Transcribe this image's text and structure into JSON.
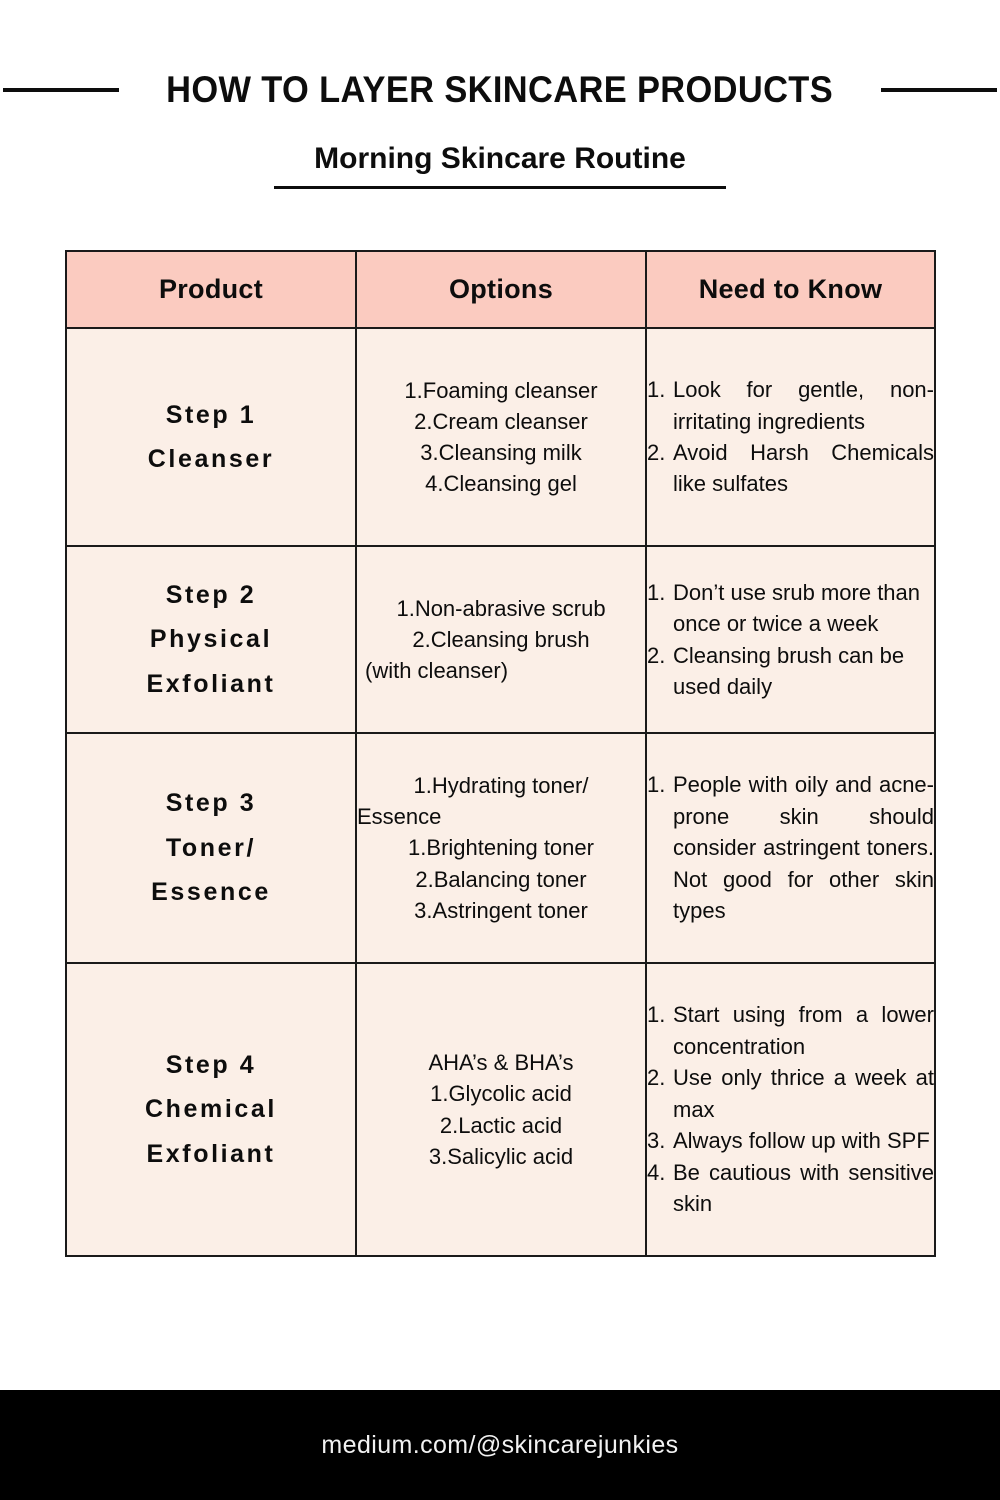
{
  "header": {
    "main_title": "HOW TO LAYER SKINCARE PRODUCTS",
    "subtitle": "Morning Skincare Routine"
  },
  "table": {
    "columns": [
      {
        "key": "product",
        "label": "Product"
      },
      {
        "key": "options",
        "label": "Options"
      },
      {
        "key": "need_to_know",
        "label": "Need to Know"
      }
    ],
    "rows": [
      {
        "product_step": "Step 1",
        "product_name": "Cleanser",
        "options": {
          "intro": "",
          "items": [
            "Foaming cleanser",
            "Cream cleanser",
            "Cleansing milk",
            "Cleansing gel"
          ],
          "note": ""
        },
        "need_to_know": [
          "Look for gentle, non-irritating ingredients",
          "Avoid Harsh Chemicals like sulfates"
        ]
      },
      {
        "product_step": "Step 2",
        "product_name_line1": "Physical",
        "product_name_line2": "Exfoliant",
        "options": {
          "intro": "",
          "items": [
            "Non-abrasive scrub",
            "Cleansing brush"
          ],
          "note": "(with cleanser)"
        },
        "need_to_know": [
          "Don’t use srub more than once or twice a week",
          "Cleansing brush can be used daily"
        ]
      },
      {
        "product_step": "Step 3",
        "product_name_line1": "Toner/",
        "product_name_line2": "Essence",
        "options": {
          "intro_num": "1.",
          "intro_line1": "Hydrating toner/",
          "intro_line2": "Essence",
          "items": [
            "Brightening toner",
            "Balancing toner",
            "Astringent toner"
          ],
          "note": ""
        },
        "need_to_know": [
          "People with oily and acne-prone skin should consider astringent toners. Not good for other skin types"
        ]
      },
      {
        "product_step": "Step 4",
        "product_name_line1": "Chemical",
        "product_name_line2": "Exfoliant",
        "options": {
          "intro": "AHA’s & BHA’s",
          "items": [
            "Glycolic acid",
            "Lactic acid",
            "Salicylic acid"
          ],
          "note": ""
        },
        "need_to_know": [
          "Start using from a lower concentration",
          "Use only thrice a week at max",
          "Always follow up with SPF",
          "Be cautious with sensitive skin"
        ]
      }
    ]
  },
  "footer": {
    "credit": "medium.com/@skincarejunkies"
  },
  "colors": {
    "header_pink": "#FBCBC0",
    "cell_cream": "#FBEFE7",
    "ink": "#0D0D0D",
    "footer_bg": "#000000",
    "footer_text": "#F2F2F2"
  }
}
